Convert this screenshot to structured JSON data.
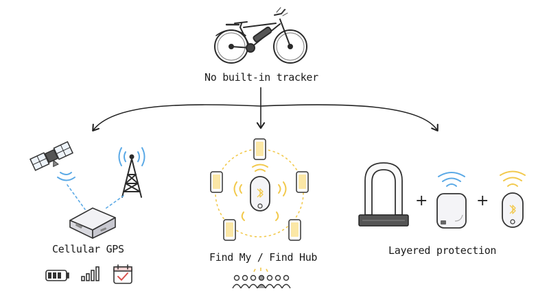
{
  "root": {
    "label": "No built-in tracker",
    "icon": "bicycle-icon"
  },
  "branches": [
    {
      "label": "Cellular GPS",
      "icons": [
        "satellite-icon",
        "cell-tower-icon",
        "gps-tracker-icon",
        "battery-icon",
        "signal-bars-icon",
        "calendar-check-icon"
      ]
    },
    {
      "label": "Find My / Find Hub",
      "icons": [
        "bluetooth-tag-icon",
        "smartphone-icon",
        "crowd-icon"
      ]
    },
    {
      "label": "Layered protection",
      "icons": [
        "u-lock-icon",
        "gps-tracker-icon",
        "bluetooth-tag-icon"
      ],
      "joiner": "+"
    }
  ],
  "colors": {
    "ink": "#222222",
    "wifi_blue": "#5aa9e6",
    "bt_yellow": "#f2c94c",
    "device_gray": "#e9e9ee"
  }
}
